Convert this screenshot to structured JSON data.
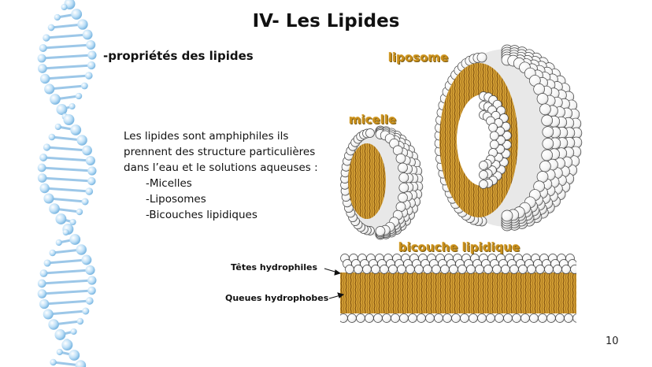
{
  "slide": {
    "title": "IV- Les Lipides",
    "subtitle": "-propriétés des lipides",
    "body": {
      "lines": [
        "Les lipides sont amphiphiles ils",
        "prennent des structure particulières",
        "dans l’eau et le solutions aqueuses :"
      ],
      "items": [
        "-Micelles",
        "-Liposomes",
        "-Bicouches lipidiques"
      ]
    },
    "page_number": "10"
  },
  "diagram": {
    "labels": {
      "liposome": "liposome",
      "micelle": "micelle",
      "bilayer": "bicouche lipidique",
      "heads": "Têtes hydrophiles",
      "tails": "Queues hydrophobes"
    },
    "colors": {
      "tail_gold": "#c9962a",
      "tail_dark": "#8a5a10",
      "head_white": "#ffffff",
      "helix_blue": "#a9d2f0",
      "label_gold": "#c98f1c"
    }
  }
}
